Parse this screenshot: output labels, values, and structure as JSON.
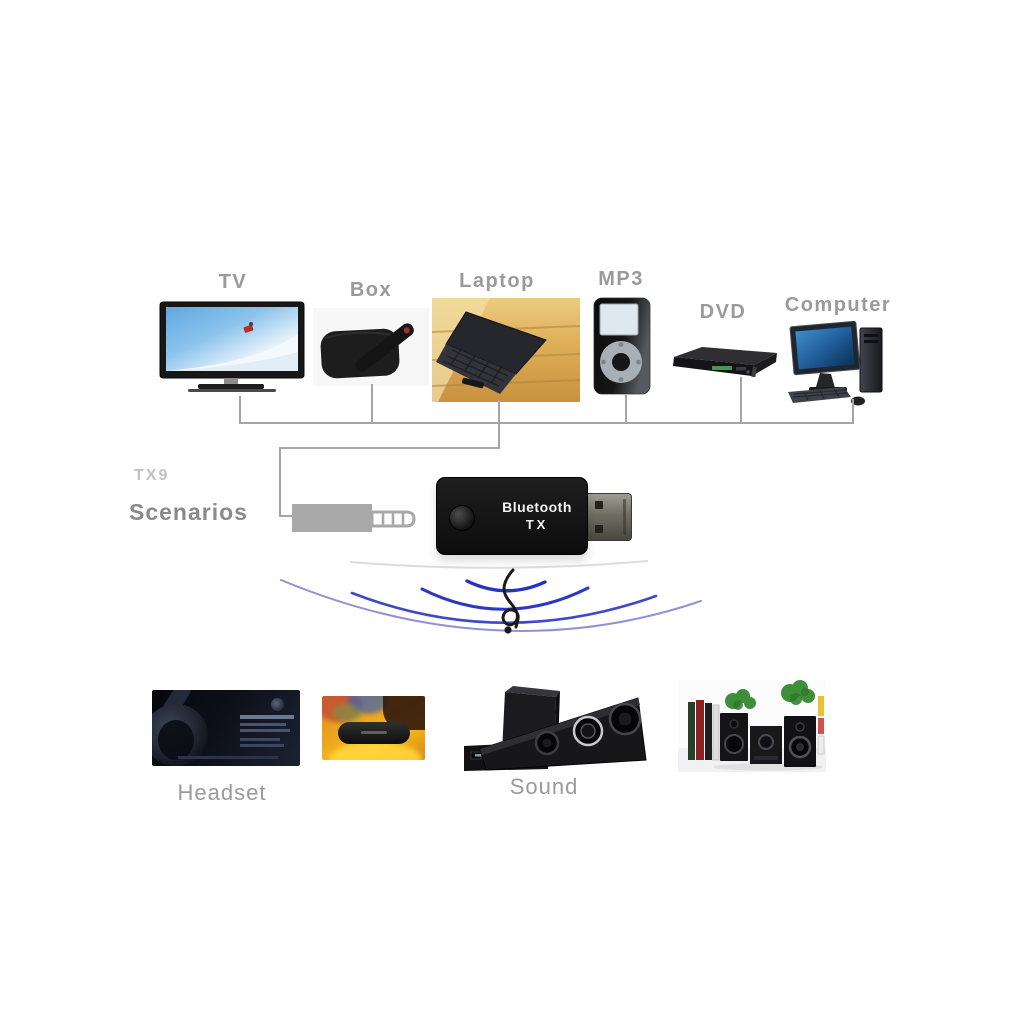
{
  "diagram": {
    "scenario_label": {
      "model": "TX9",
      "title": "Scenarios"
    },
    "sources": [
      {
        "label": "TV"
      },
      {
        "label": "Box"
      },
      {
        "label": "Laptop"
      },
      {
        "label": "MP3"
      },
      {
        "label": "DVD"
      },
      {
        "label": "Computer"
      }
    ],
    "adapter": {
      "brand_line1": "Bluetooth",
      "brand_line2": "TX"
    },
    "outputs": [
      {
        "label": "Headset"
      },
      {
        "label": "Sound"
      }
    ],
    "icons": {
      "music_note": "treble-clef-icon",
      "signal": "wireless-arcs-icon",
      "plug": "audio-jack-icon",
      "usb": "usb-connector-icon"
    },
    "colors": {
      "background": "#ffffff",
      "label_gray": "#9a9a9a",
      "line_gray": "#a5a5a5",
      "arc_blue": "#2b36c2",
      "arc_light_blue": "#8f93d4",
      "adapter_black": "#141414",
      "jack_gray": "#a8a8a8"
    }
  }
}
